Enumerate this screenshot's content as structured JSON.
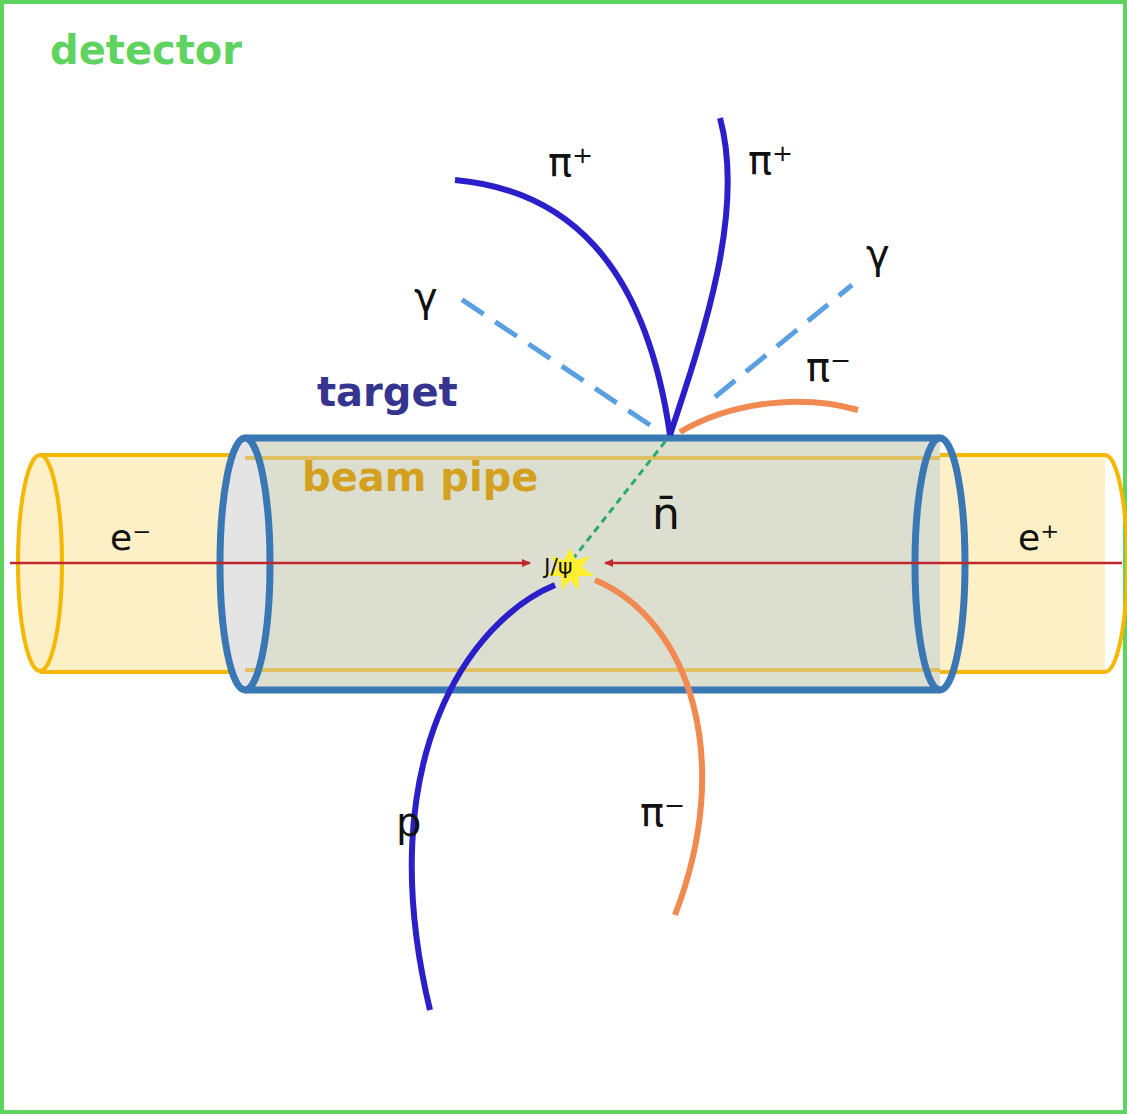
{
  "diagram": {
    "nodes": [
      {
        "text": [
          "detector"
        ]
      },
      {
        "text": [
          "target"
        ],
        "in": 0
      },
      {
        "text": [
          "beam pipe"
        ],
        "in": 0
      }
    ],
    "labels": [
      "π⁺",
      "π⁺",
      "γ",
      "γ",
      "π⁻",
      "n̄",
      "e⁻",
      "J/ψ",
      "e⁺",
      "p",
      "π⁻"
    ]
  }
}
